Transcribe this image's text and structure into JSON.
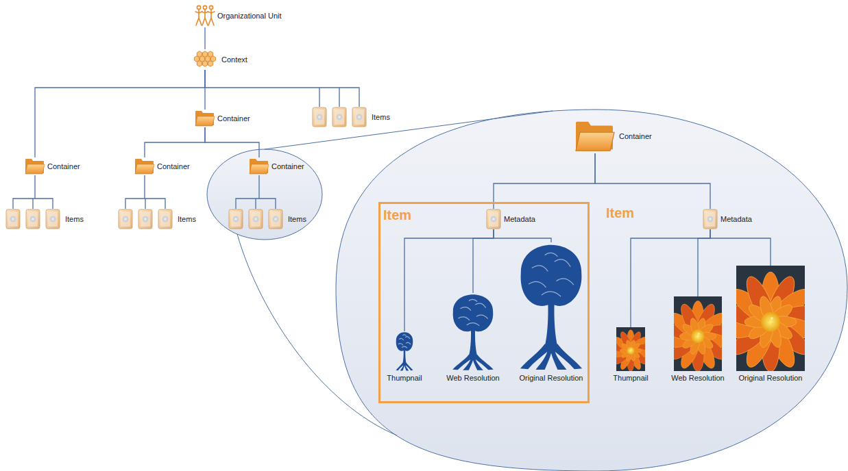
{
  "diagram": {
    "nodes": [
      {
        "text": [
          "Organizational Unit"
        ]
      },
      {
        "text": [
          "Context"
        ]
      },
      {
        "text": [
          "Container"
        ]
      },
      {
        "text": [
          "Items"
        ]
      },
      {
        "text": [
          "Container"
        ]
      },
      {
        "text": [
          "Container"
        ]
      },
      {
        "text": [
          "Container"
        ]
      },
      {
        "text": [
          "Items"
        ]
      },
      {
        "text": [
          "Items"
        ]
      },
      {
        "text": [
          "Items"
        ]
      },
      {
        "text": [
          "Container"
        ]
      },
      {
        "text": [
          "Item"
        ]
      },
      {
        "text": [
          "Metadata"
        ],
        "in": 11
      },
      {
        "text": [
          "Thumpnail"
        ],
        "in": 11
      },
      {
        "text": [
          "Web Resolution"
        ],
        "in": 11
      },
      {
        "text": [
          "Original Resolution"
        ],
        "in": 11
      },
      {
        "text": [
          "Item"
        ]
      },
      {
        "text": [
          "Metadata"
        ],
        "in": 16
      },
      {
        "text": [
          "Thumpnail"
        ],
        "in": 16
      },
      {
        "text": [
          "Web Resolution"
        ],
        "in": 16
      },
      {
        "text": [
          "Original Resolution"
        ],
        "in": 16
      }
    ],
    "edges": [
      {
        "from": 0,
        "to": 1,
        "arrow": "none"
      },
      {
        "from": 1,
        "to": 4,
        "arrow": "none"
      },
      {
        "from": 1,
        "to": 2,
        "arrow": "none"
      },
      {
        "from": 1,
        "to": 3,
        "arrow": "none"
      },
      {
        "from": 2,
        "to": 5,
        "arrow": "none"
      },
      {
        "from": 2,
        "to": 6,
        "arrow": "none"
      },
      {
        "from": 4,
        "to": 7,
        "arrow": "none"
      },
      {
        "from": 5,
        "to": 8,
        "arrow": "none"
      },
      {
        "from": 6,
        "to": 9,
        "arrow": "none"
      },
      {
        "from": 10,
        "to": 12,
        "arrow": "none"
      },
      {
        "from": 10,
        "to": 17,
        "arrow": "none"
      },
      {
        "from": 12,
        "to": 13,
        "arrow": "none"
      },
      {
        "from": 12,
        "to": 14,
        "arrow": "none"
      },
      {
        "from": 12,
        "to": 15,
        "arrow": "none"
      },
      {
        "from": 17,
        "to": 18,
        "arrow": "none"
      },
      {
        "from": 17,
        "to": 19,
        "arrow": "none"
      },
      {
        "from": 17,
        "to": 20,
        "arrow": "none"
      }
    ]
  }
}
